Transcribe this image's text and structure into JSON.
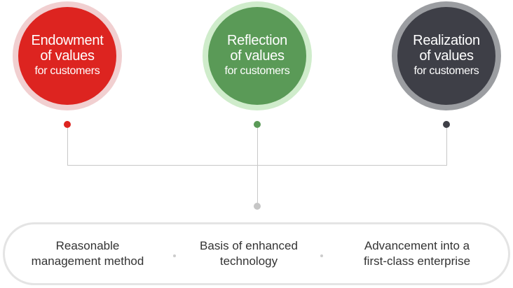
{
  "circles": [
    {
      "line1": "Endowment",
      "line2": "of values",
      "line3": "for customers",
      "color": "#dd2420"
    },
    {
      "line1": "Reflection",
      "line2": "of values",
      "line3": "for customers",
      "color": "#5a9a57"
    },
    {
      "line1": "Realization",
      "line2": "of values",
      "line3": "for customers",
      "color": "#3e3f47"
    }
  ],
  "foundation": [
    {
      "line1": "Reasonable",
      "line2": "management method"
    },
    {
      "line1": "Basis of enhanced",
      "line2": "technology"
    },
    {
      "line1": "Advancement into a",
      "line2": "first-class enterprise"
    }
  ]
}
